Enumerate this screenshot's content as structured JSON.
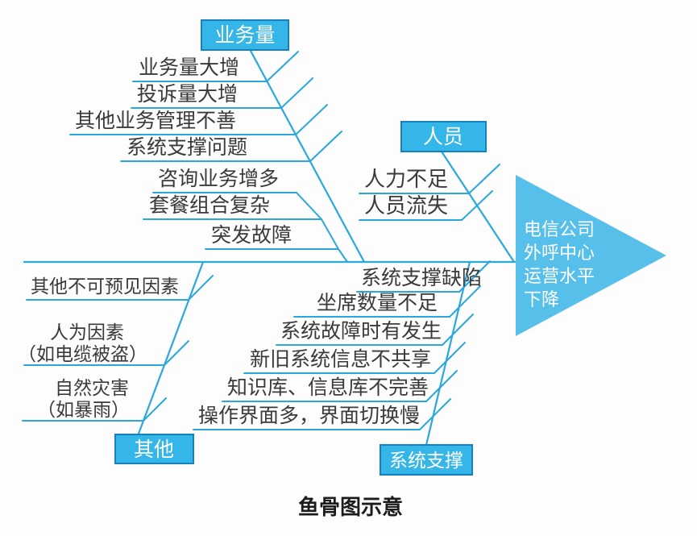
{
  "caption": "鱼骨图示意",
  "head": {
    "label_lines": [
      "电信公司",
      "外呼中心",
      "运营水平",
      "下降"
    ]
  },
  "branches": {
    "volume": {
      "label": "业务量",
      "items": [
        "业务量大增",
        "投诉量大增",
        "其他业务管理不善",
        "系统支撑问题",
        "咨询业务增多",
        "套餐组合复杂",
        "突发故障"
      ]
    },
    "personnel": {
      "label": "人员",
      "items": [
        "人力不足",
        "人员流失"
      ]
    },
    "other": {
      "label": "其他",
      "items": [
        [
          "其他不可预见因素"
        ],
        [
          "人为因素",
          "（如电缆被盗）"
        ],
        [
          "自然灾害",
          "（如暴雨）"
        ]
      ]
    },
    "system": {
      "label": "系统支撑",
      "items": [
        "系统支撑缺陷",
        "坐席数量不足",
        "系统故障时有发生",
        "新旧系统信息不共享",
        "知识库、信息库不完善",
        "操作界面多，界面切换慢"
      ]
    }
  },
  "colors": {
    "line": "#2aa7dc",
    "box_fill": "#35b6e8",
    "box_border": "#1780bf",
    "head_fill": "#57c0ea",
    "text": "#3a3a3a",
    "label_text": "#ffffff",
    "caption_text": "#1c1c1c"
  }
}
